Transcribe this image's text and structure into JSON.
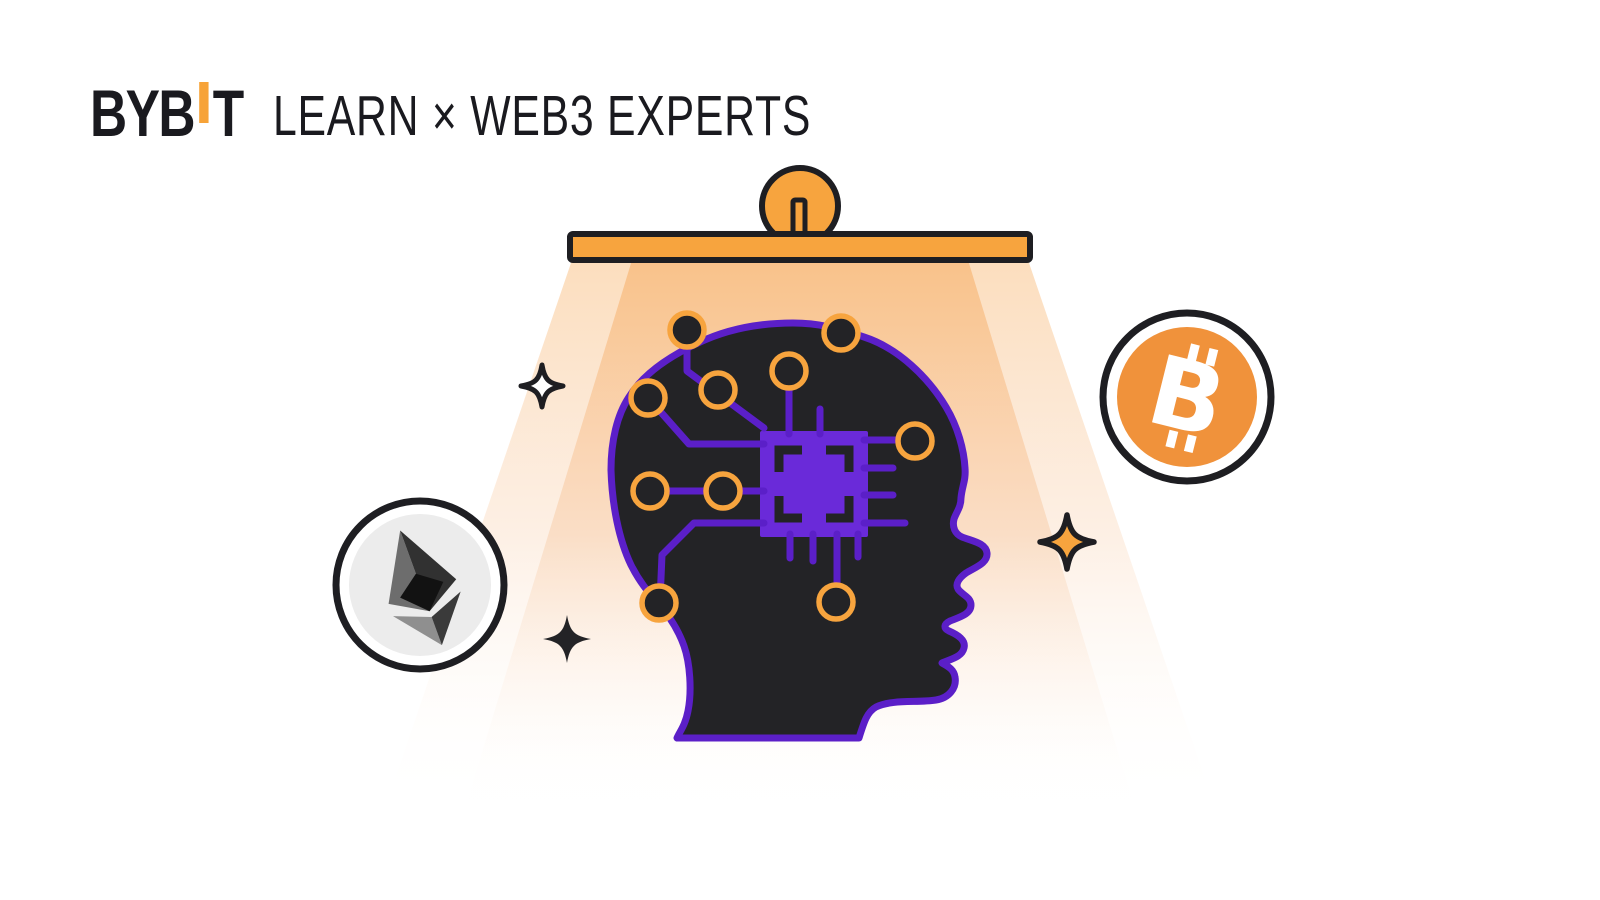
{
  "header": {
    "brand_prefix": "BYB",
    "brand_suffix": "T",
    "tagline": "LEARN × WEB3 EXPERTS"
  },
  "coins": {
    "bitcoin_letter": "B"
  },
  "icons": {
    "lamp": "ceiling-lamp-icon",
    "bitcoin": "bitcoin-coin-icon",
    "ethereum": "ethereum-coin-icon",
    "sparkle_outline": "sparkle-outline-icon",
    "sparkle_dark": "sparkle-dark-icon",
    "sparkle_orange": "sparkle-orange-icon",
    "head": "head-silhouette",
    "chip": "cpu-chip-icon"
  },
  "colors": {
    "ink": "#1a1a1f",
    "logo_orange": "#f7a338",
    "orange": "#f7a43e",
    "btc_orange": "#f0923b",
    "outline_dark": "#1e1e22",
    "dark": "#232326",
    "purple": "#5b1fc8",
    "chip_purple": "#6a2ad9",
    "beam_inner_top": "#f9c28a",
    "beam_outer_top": "#fcdcba",
    "eth_gray": "#ececec",
    "white": "#ffffff"
  }
}
